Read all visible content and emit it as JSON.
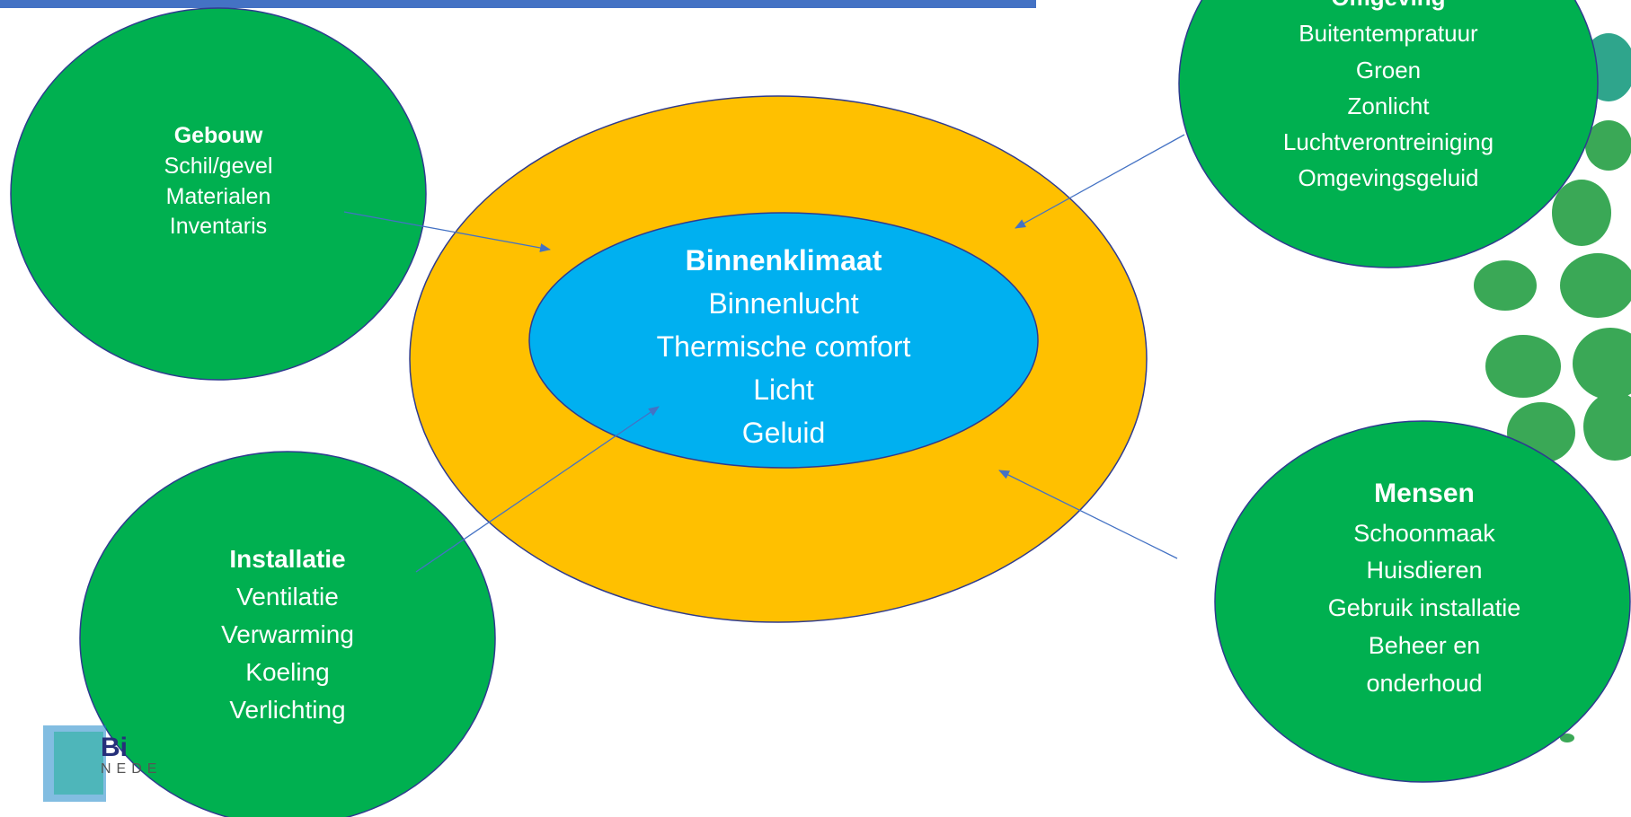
{
  "colors": {
    "outer_ring": "#ffc000",
    "inner_core": "#00b0f0",
    "satellite": "#00b050",
    "outline": "#2f3b8f",
    "arrow": "#4472c4",
    "topbar": "#4472c4",
    "decor_dots": "#3aa856"
  },
  "center": {
    "title": "Binnenklimaat",
    "items": [
      "Binnenlucht",
      "Thermische comfort",
      "Licht",
      "Geluid"
    ]
  },
  "gebouw": {
    "title": "Gebouw",
    "items": [
      "Schil/gevel",
      "Materialen",
      "Inventaris"
    ]
  },
  "omgeving": {
    "title": "Omgeving",
    "items": [
      "Buitentempratuur",
      "Groen",
      "Zonlicht",
      "Luchtverontreiniging",
      "Omgevingsgeluid"
    ]
  },
  "installatie": {
    "title": "Installatie",
    "items": [
      "Ventilatie",
      "Verwarming",
      "Koeling",
      "Verlichting"
    ]
  },
  "mensen": {
    "title": "Mensen",
    "items": [
      "Schoonmaak",
      "Huisdieren",
      "Gebruik installatie",
      "Beheer en",
      "onderhoud"
    ]
  },
  "logo": {
    "partial_text": "Bi",
    "partial_subtext": "NEDE"
  }
}
